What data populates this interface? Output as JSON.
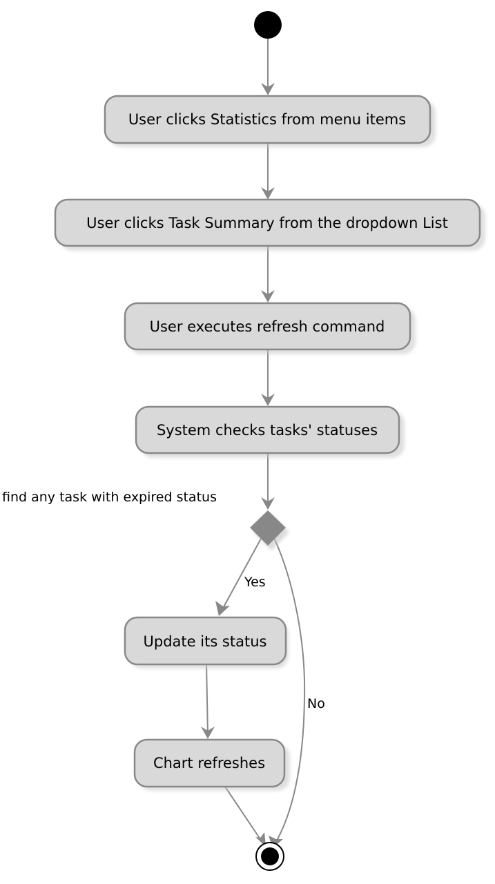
{
  "diagram": {
    "type": "activity",
    "colors": {
      "node_fill": "#d9d9d9",
      "node_border": "#888888",
      "edge": "#888888",
      "start_end": "#000000",
      "decision": "#888888"
    },
    "start": "start-node",
    "end": "end-node",
    "activities": [
      {
        "id": "a1",
        "label": "User clicks Statistics from menu items"
      },
      {
        "id": "a2",
        "label": "User clicks Task Summary from the dropdown List"
      },
      {
        "id": "a3",
        "label": "User executes refresh command"
      },
      {
        "id": "a4",
        "label": "System checks tasks' statuses"
      },
      {
        "id": "a5",
        "label": "Update its status"
      },
      {
        "id": "a6",
        "label": "Chart refreshes"
      }
    ],
    "decision": {
      "id": "d1",
      "condition": "find any task with expired status",
      "yes_label": "Yes",
      "no_label": "No"
    }
  }
}
